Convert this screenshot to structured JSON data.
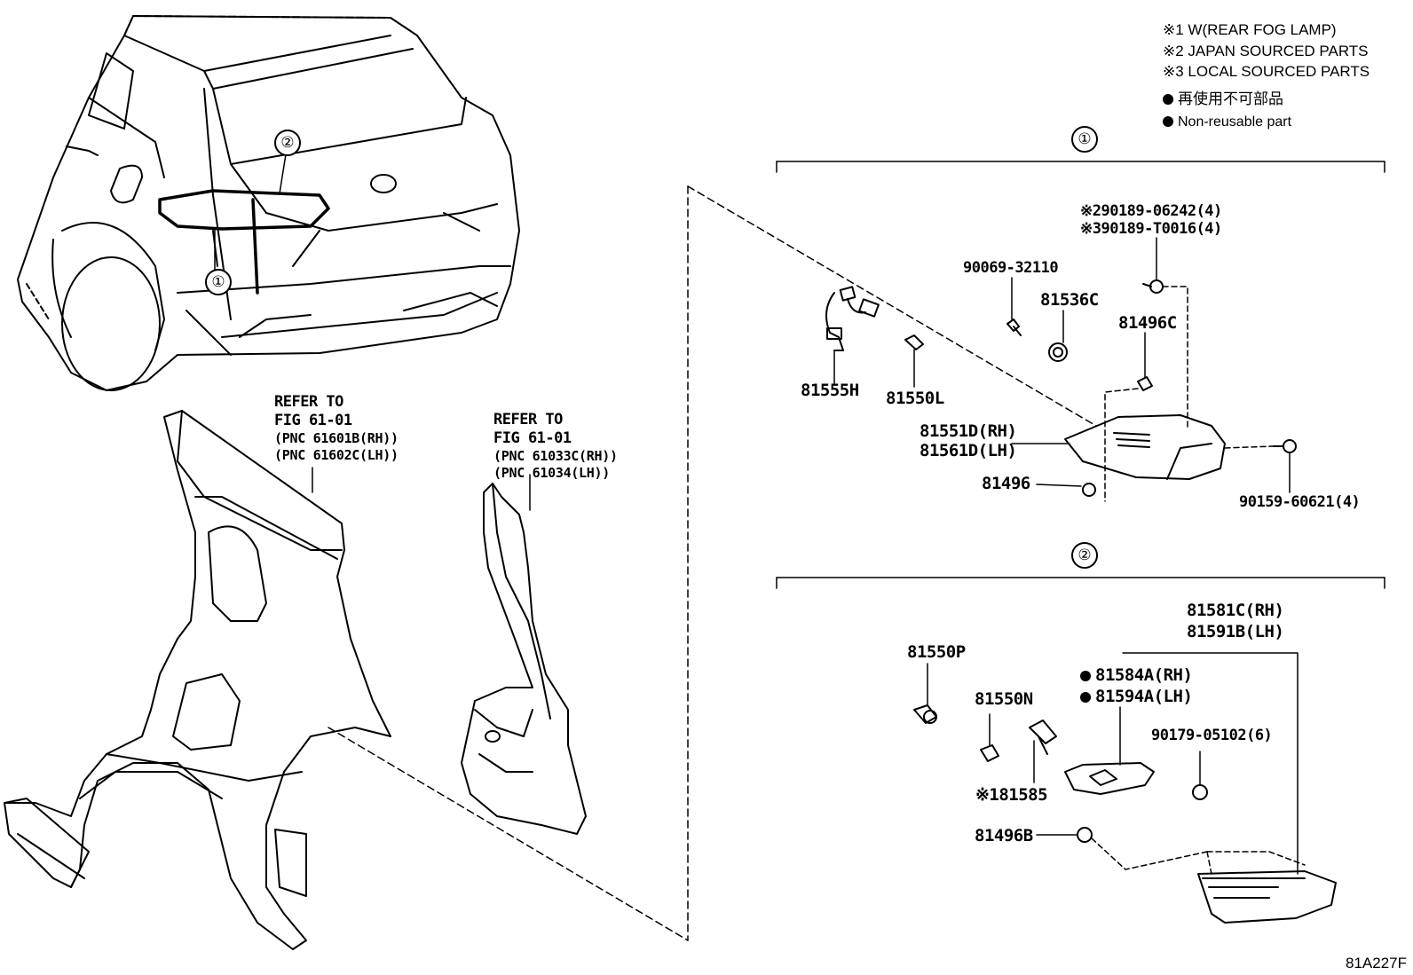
{
  "legend": {
    "note1": "※1 W(REAR FOG LAMP)",
    "note2": "※2 JAPAN SOURCED PARTS",
    "note3": "※3 LOCAL SOURCED PARTS",
    "jp_nonreusable": "再使用不可部品",
    "en_nonreusable": "Non-reusable part"
  },
  "callouts": {
    "one": "①",
    "two": "②"
  },
  "refer_left": {
    "line1": "REFER TO",
    "line2": "FIG 61-01",
    "line3": "(PNC 61601B(RH))",
    "line4": "(PNC 61602C(LH))"
  },
  "refer_mid": {
    "line1": "REFER TO",
    "line2": "FIG 61-01",
    "line3": "(PNC 61033C(RH))",
    "line4": "(PNC 61034(LH))"
  },
  "group1": {
    "p_90189_a": "※290189-06242(4)",
    "p_90189_b": "※390189-T0016(4)",
    "p_90069": "90069-32110",
    "p_81536C": "81536C",
    "p_81496C": "81496C",
    "p_81555H": "81555H",
    "p_81550L": "81550L",
    "p_81551D": "81551D(RH)",
    "p_81561D": "81561D(LH)",
    "p_81496": "81496",
    "p_90159": "90159-60621(4)"
  },
  "group2": {
    "p_81581C": "81581C(RH)",
    "p_81591B": "81591B(LH)",
    "p_81550P": "81550P",
    "p_81584A": "81584A(RH)",
    "p_81594A": "81594A(LH)",
    "p_81550N": "81550N",
    "p_90179": "90179-05102(6)",
    "p_81585": "※181585",
    "p_81496B": "81496B"
  },
  "diagram_code": "81A227F"
}
